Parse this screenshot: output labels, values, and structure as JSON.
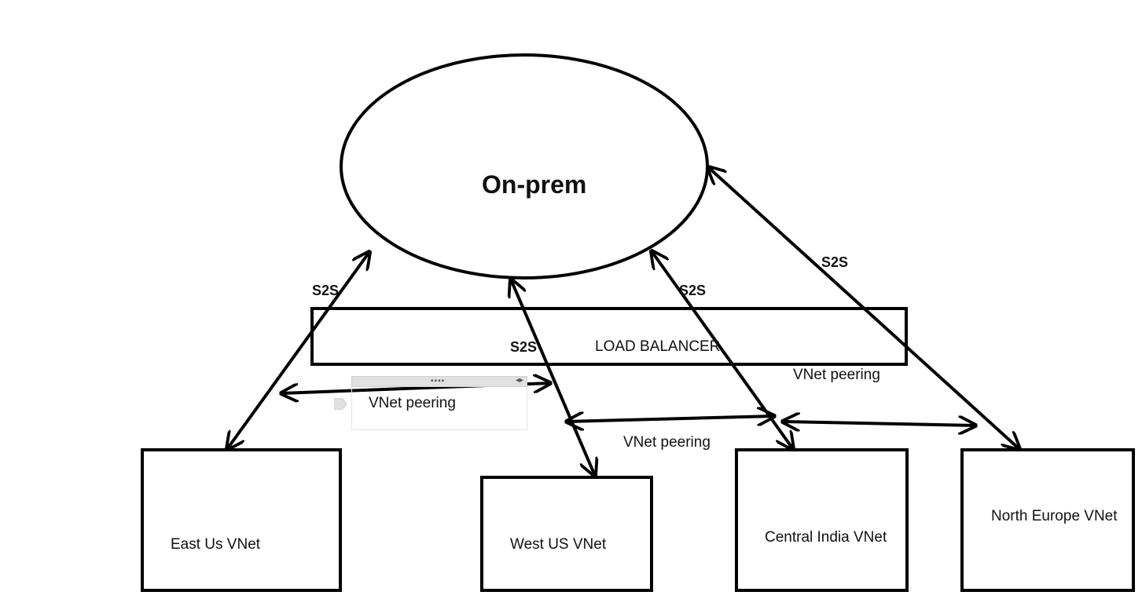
{
  "nodes": {
    "onprem": {
      "label": "On-prem"
    },
    "load_balancer": {
      "label": "LOAD BALANCER"
    },
    "east_us": {
      "label": "East Us VNet"
    },
    "west_us": {
      "label": "West US VNet"
    },
    "central_india": {
      "label": "Central India VNet"
    },
    "north_europe": {
      "label": "North Europe VNet"
    }
  },
  "edge_labels": {
    "s2s_east": "S2S",
    "s2s_west": "S2S",
    "s2s_central": "S2S",
    "s2s_north": "S2S",
    "peering_selected": "VNet peering",
    "peering_west_central": "VNet peering",
    "peering_central_north": "VNet peering"
  },
  "colors": {
    "stroke": "#000000",
    "text": "#111111",
    "background": "#ffffff"
  }
}
